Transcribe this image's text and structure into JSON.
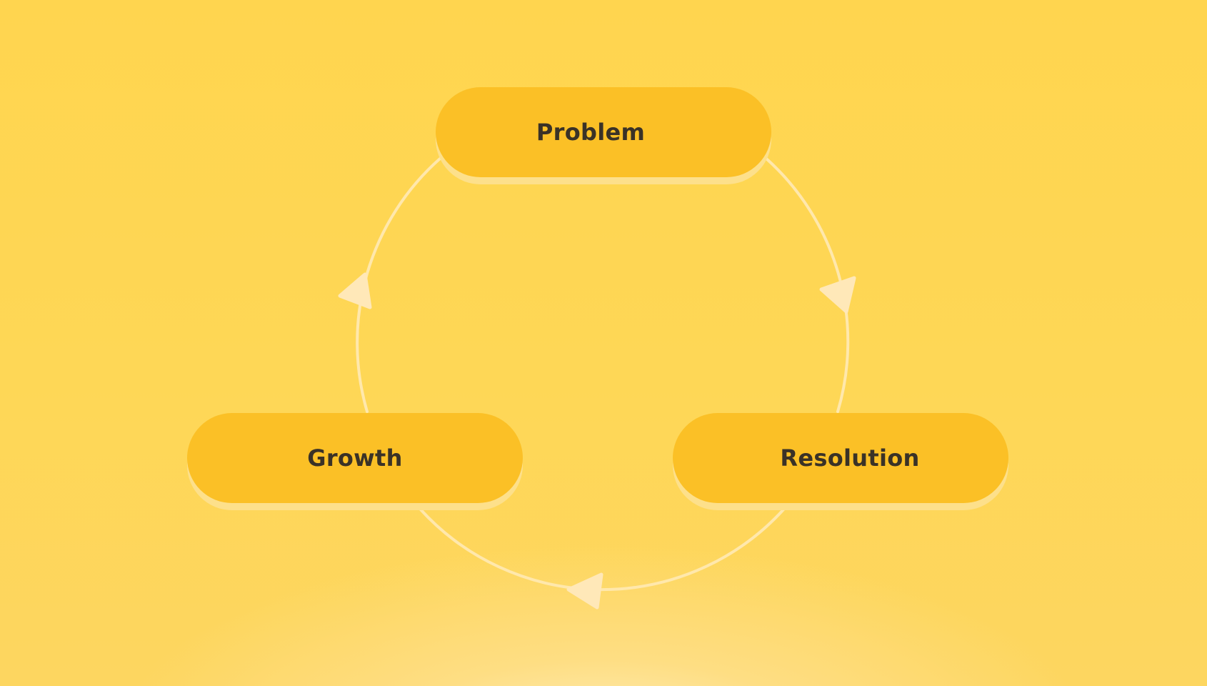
{
  "diagram": {
    "type": "cycle",
    "nodes": [
      {
        "id": "problem",
        "label": "Problem"
      },
      {
        "id": "resolution",
        "label": "Resolution"
      },
      {
        "id": "growth",
        "label": "Growth"
      }
    ],
    "edges": [
      {
        "from": "problem",
        "to": "resolution"
      },
      {
        "from": "resolution",
        "to": "growth"
      },
      {
        "from": "growth",
        "to": "problem"
      }
    ]
  },
  "colors": {
    "background": "#ffd54f",
    "node_fill": "#fbc026",
    "node_shadow": "#fde08b",
    "connector": "#ffe8ac",
    "arrow": "#ffe8b8",
    "text": "#3a3227"
  }
}
